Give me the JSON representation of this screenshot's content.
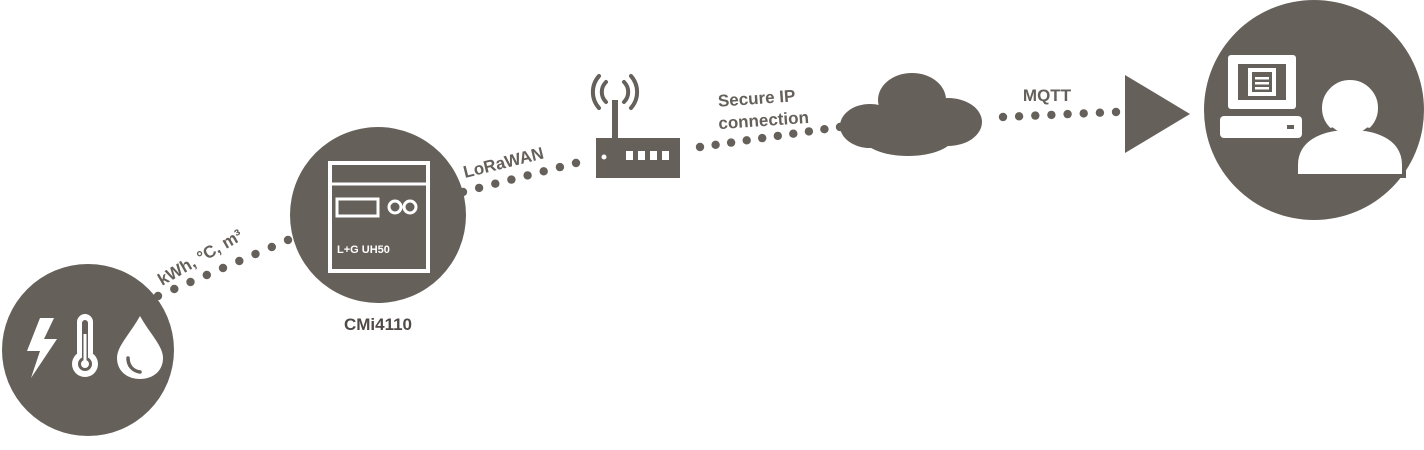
{
  "colors": {
    "primary": "#66605a",
    "on_primary": "#ffffff",
    "background": "#ffffff"
  },
  "nodes": {
    "sensor": {
      "icons": [
        "lightning-icon",
        "thermometer-icon",
        "water-drop-icon"
      ]
    },
    "meter": {
      "screen_text": "L+G UH50",
      "caption": "CMi4110"
    },
    "gateway": {
      "icon": "router-icon"
    },
    "cloud": {
      "icon": "cloud-icon"
    },
    "arrow": {
      "icon": "play-arrow-icon"
    },
    "user": {
      "icons": [
        "computer-icon",
        "user-icon"
      ]
    }
  },
  "links": {
    "sensor_to_meter": "kWh, °C, m³",
    "meter_to_gateway": "LoRaWAN",
    "gateway_to_cloud_line1": "Secure IP",
    "gateway_to_cloud_line2": "connection",
    "cloud_to_user": "MQTT"
  }
}
